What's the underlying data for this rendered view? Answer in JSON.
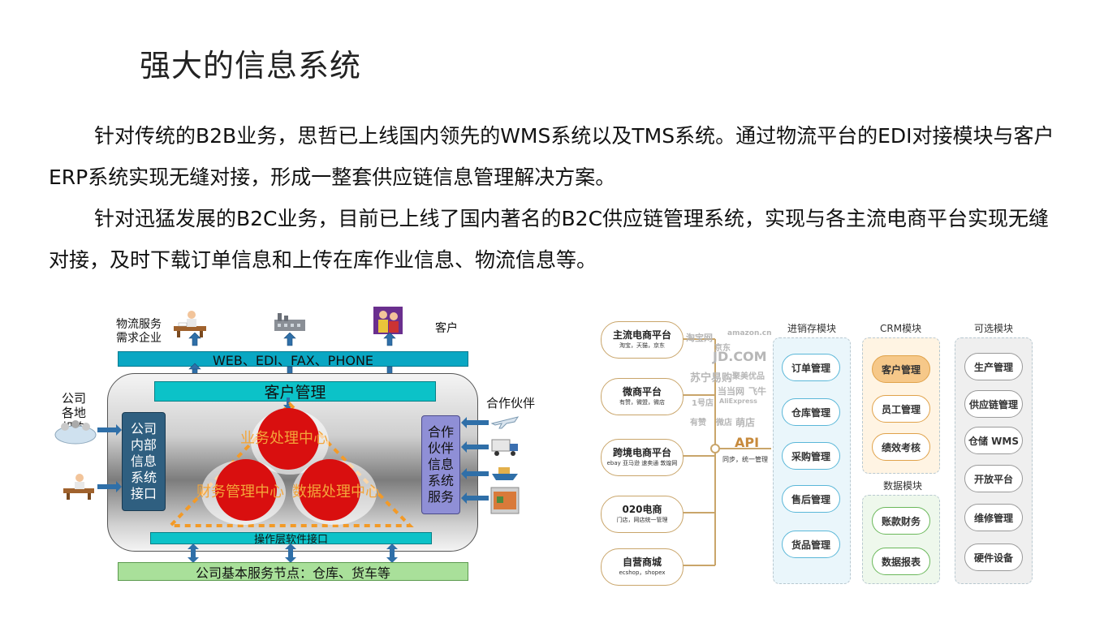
{
  "title": "强大的信息系统",
  "paragraphs": [
    "针对传统的B2B业务，思哲已上线国内领先的WMS系统以及TMS系统。通过物流平台的EDI对接模块与客户ERP系统实现无缝对接，形成一整套供应链信息管理解决方案。",
    "针对迅猛发展的B2C业务，目前已上线了国内著名的B2C供应链管理系统，实现与各主流电商平台实现无缝对接，及时下载订单信息和上传在库作业信息、物流信息等。"
  ],
  "left_diagram": {
    "top_labels": {
      "demand": "物流服务\n需求企业",
      "customer": "客户"
    },
    "channels_bar": "WEB、EDI、FAX、PHONE",
    "customer_mgmt": "客户管理",
    "left_label": "公司\n各地\n机构",
    "internal_box": "公司\n内部\n信息\n系统\n接口",
    "partner_label": "合作伙伴",
    "partner_box": "合作\n伙伴\n信息\n系统\n服务",
    "circle_top": "业务处理中心",
    "circle_left": "财务管理中心",
    "circle_right": "数据处理中心",
    "ops_bar": "操作层软件接口",
    "base_bar": "公司基本服务节点：仓库、货车等",
    "icons": [
      "desk-person-icon",
      "factory-icon",
      "people-icon",
      "globe-people-icon",
      "desk-person-icon",
      "airplane-icon",
      "truck-icon",
      "ship-icon",
      "warehouse-icon"
    ],
    "colors": {
      "bar": "#0aa7c3",
      "base": "#a9e09a",
      "circle": "#d90f0f",
      "triangle": "#f39a27",
      "box": "#2f5f80",
      "partner": "#8f8fd6"
    }
  },
  "right_diagram": {
    "platforms": [
      {
        "name": "主流电商平台",
        "sub": "淘宝，天猫，京东"
      },
      {
        "name": "微商平台",
        "sub": "有赞，微盟，微店"
      },
      {
        "name": "跨境电商平台",
        "sub": "ebay 亚马逊 速卖通 敦煌网"
      },
      {
        "name": "020电商",
        "sub": "门店，网店统一管理"
      },
      {
        "name": "自营商城",
        "sub": "ecshop，shopex"
      }
    ],
    "brands": [
      "淘宝网",
      "amazon.cn",
      "京东",
      "JD.COM",
      "苏宁易购",
      "聚美优品",
      "当当网",
      "飞牛",
      "AliExpress",
      "有赞",
      "微店",
      "萌店",
      "1号店"
    ],
    "api_label": "API",
    "api_sub": "同步，统一管理",
    "modules": {
      "inventory": {
        "title": "进销存模块",
        "items": [
          "订单管理",
          "仓库管理",
          "采购管理",
          "售后管理",
          "货品管理"
        ]
      },
      "crm": {
        "title": "CRM模块",
        "items": [
          "客户管理",
          "员工管理",
          "绩效考核"
        ]
      },
      "data": {
        "title": "数据模块",
        "items": [
          "账款财务",
          "数据报表"
        ]
      },
      "optional": {
        "title": "可选模块",
        "items": [
          "生产管理",
          "供应链管理",
          "仓储 WMS",
          "开放平台",
          "维修管理",
          "硬件设备"
        ]
      }
    },
    "colors": {
      "line": "#c9a56a",
      "api": "#c78a3c",
      "inventory": "#eaf6fb",
      "crm": "#fff4e3",
      "data": "#eef8ec",
      "optional": "#efefef"
    }
  }
}
